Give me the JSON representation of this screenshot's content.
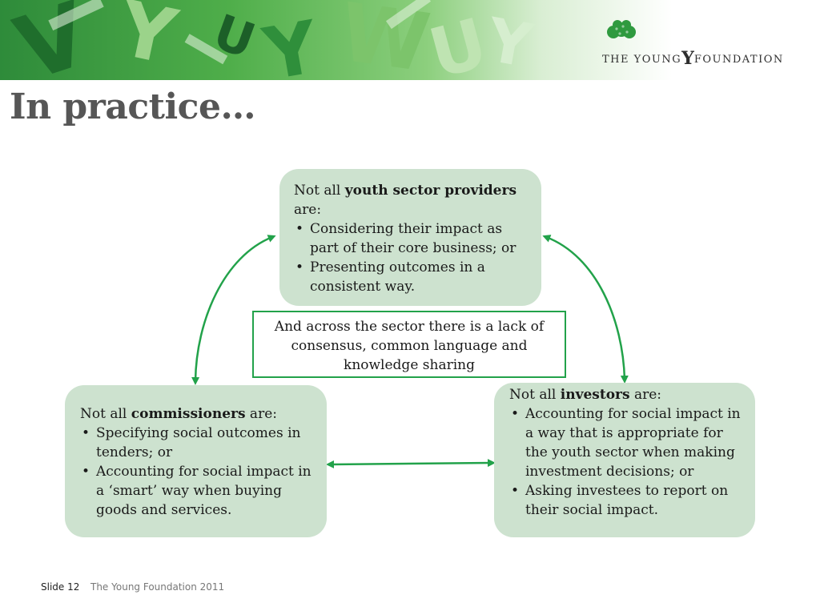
{
  "header": {
    "logo_text_left": "THE YOUNG",
    "logo_letter": "Y",
    "logo_text_right": "FOUNDATION",
    "banner_letters": [
      "V",
      "Y",
      "U",
      "Y",
      "W",
      "U",
      "Y"
    ]
  },
  "title": "In practice…",
  "providers": {
    "prefix": "Not all ",
    "bold": "youth sector providers",
    "suffix": " are:",
    "bullets": [
      "Considering their impact as part of their core business; or",
      "Presenting outcomes in a consistent way."
    ]
  },
  "consensus": {
    "text": "And across the sector there is a lack of consensus, common language  and knowledge sharing"
  },
  "commissioners": {
    "prefix": "Not all ",
    "bold": "commissioners",
    "suffix": " are:",
    "bullets": [
      "Specifying social outcomes  in tenders;  or",
      "Accounting for social impact in a ‘smart’ way when buying goods and services."
    ]
  },
  "investors": {
    "prefix": "Not all ",
    "bold": "investors",
    "suffix": "  are:",
    "bullets": [
      "Accounting for social impact in a way that is appropriate for the youth sector when making investment decisions; or",
      "Asking investees to report on their social impact."
    ]
  },
  "footer": {
    "slide_number": "Slide 12",
    "organization": "The Young Foundation 2011"
  },
  "colors": {
    "arrow": "#22a24a",
    "box_fill": "#cde2cf",
    "title": "#565656"
  }
}
